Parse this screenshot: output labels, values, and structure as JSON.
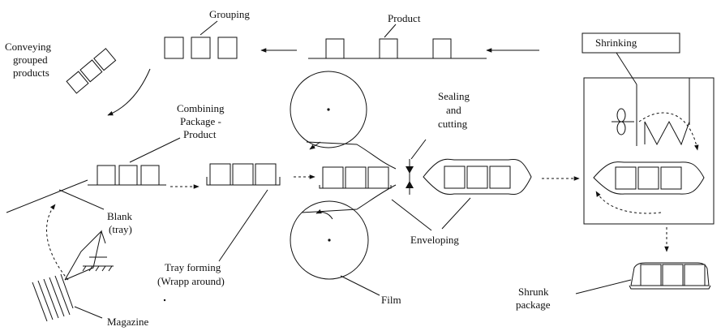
{
  "labels": {
    "grouping": "Grouping",
    "product": "Product",
    "conveying": [
      "Conveying",
      "grouped",
      "products"
    ],
    "combining": [
      "Combining",
      "Package -",
      "Product"
    ],
    "sealing": [
      "Sealing",
      "and",
      "cutting"
    ],
    "shrinking": "Shrinking",
    "blank": [
      "Blank",
      "(tray)"
    ],
    "tray_forming": [
      "Tray forming",
      "(Wrapp around)"
    ],
    "enveloping": "Enveloping",
    "film": "Film",
    "magazine": "Magazine",
    "shrunk": [
      "Shrunk",
      "package"
    ]
  }
}
